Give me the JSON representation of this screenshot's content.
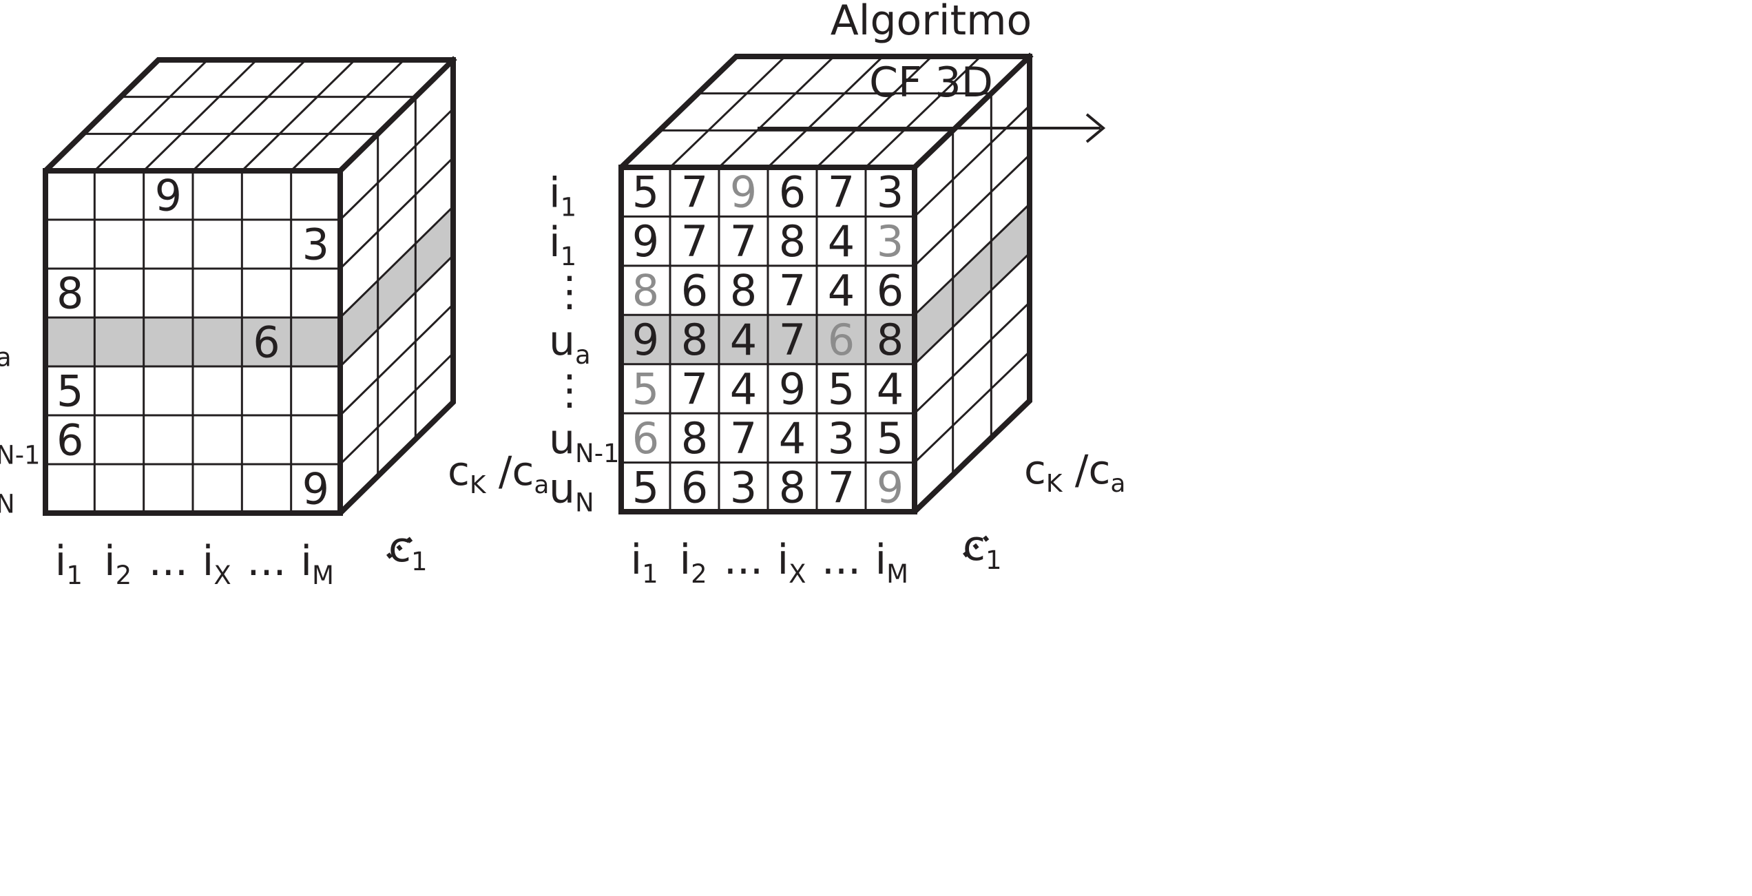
{
  "algorithm": {
    "line1": "Algoritmo",
    "line2": "CF 3D"
  },
  "row_labels": [
    {
      "main": "i",
      "sub": "1"
    },
    {
      "main": "i",
      "sub": "1"
    },
    {
      "main": "⋮",
      "sub": ""
    },
    {
      "main": "u",
      "sub": "a"
    },
    {
      "main": "⋮",
      "sub": ""
    },
    {
      "main": "u",
      "sub": "N-1"
    },
    {
      "main": "u",
      "sub": "N"
    }
  ],
  "col_labels": [
    {
      "main": "i",
      "sub": "1"
    },
    {
      "main": "i",
      "sub": "2"
    },
    {
      "main": "...",
      "sub": ""
    },
    {
      "main": "i",
      "sub": "X"
    },
    {
      "main": "...",
      "sub": ""
    },
    {
      "main": "i",
      "sub": "M"
    }
  ],
  "context_labels": {
    "top": {
      "c1": "c",
      "s1": "K",
      "slash": " /",
      "c2": "c",
      "s2": "a"
    },
    "dots": "...",
    "bottom": {
      "main": "c",
      "sub": "1"
    }
  },
  "highlight_row": 3,
  "colors": {
    "line": "#231f20",
    "highlight": "#c8c8c8",
    "given_value": "#8c8c8c",
    "text": "#231f20"
  },
  "left_matrix": [
    [
      "",
      "",
      "9",
      "",
      "",
      ""
    ],
    [
      "",
      "",
      "",
      "",
      "",
      "3"
    ],
    [
      "8",
      "",
      "",
      "",
      "",
      ""
    ],
    [
      "",
      "",
      "",
      "",
      "6",
      ""
    ],
    [
      "5",
      "",
      "",
      "",
      "",
      ""
    ],
    [
      "6",
      "",
      "",
      "",
      "",
      ""
    ],
    [
      "",
      "",
      "",
      "",
      "",
      "9"
    ]
  ],
  "right_matrix": [
    [
      "5",
      "7",
      "9",
      "6",
      "7",
      "3"
    ],
    [
      "9",
      "7",
      "7",
      "8",
      "4",
      "3"
    ],
    [
      "8",
      "6",
      "8",
      "7",
      "4",
      "6"
    ],
    [
      "9",
      "8",
      "4",
      "7",
      "6",
      "8"
    ],
    [
      "5",
      "7",
      "4",
      "9",
      "5",
      "4"
    ],
    [
      "6",
      "8",
      "7",
      "4",
      "3",
      "5"
    ],
    [
      "5",
      "6",
      "3",
      "8",
      "7",
      "9"
    ]
  ]
}
